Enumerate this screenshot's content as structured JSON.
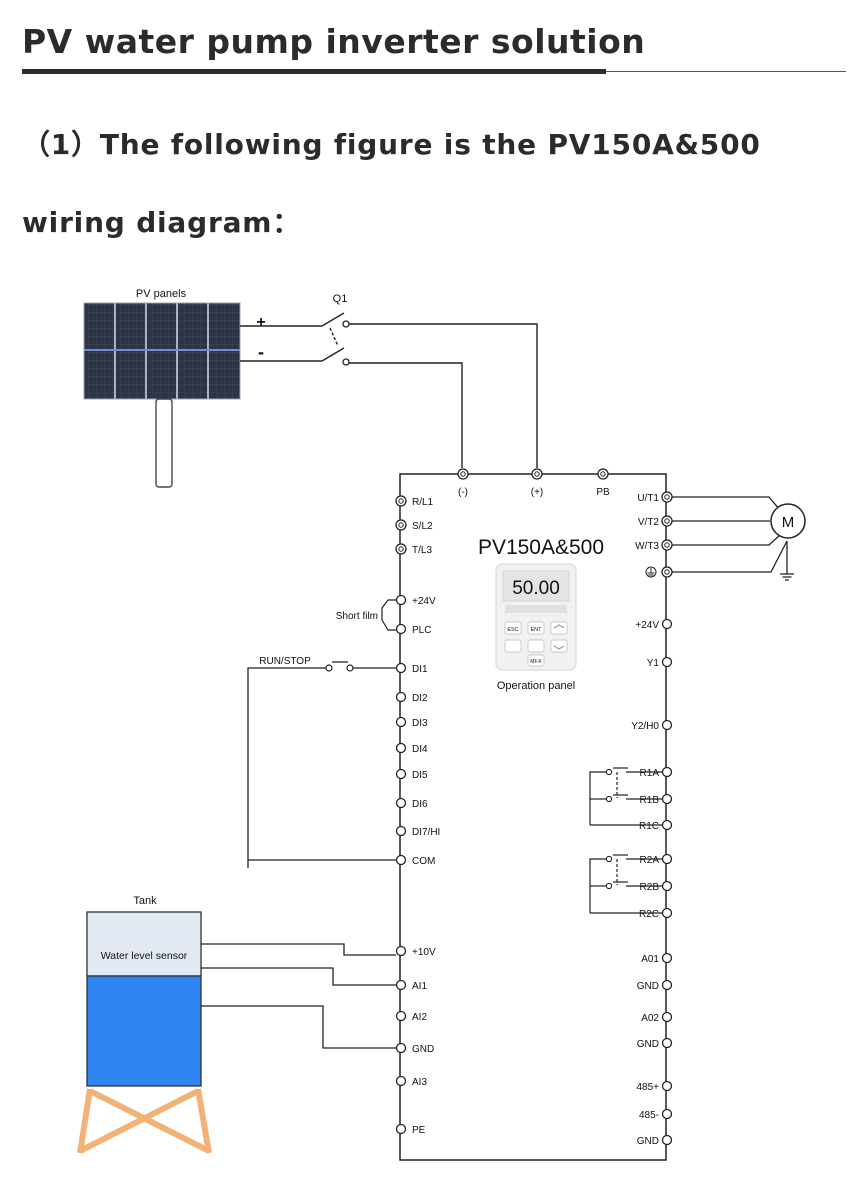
{
  "heading": "PV water pump inverter solution",
  "intro": "（1）The following figure is the PV150A&500 wiring diagram：",
  "diagram": {
    "pv_label": "PV panels",
    "plus": "+",
    "minus": "-",
    "breaker": "Q1",
    "model": "PV150A&500",
    "panel_caption": "Operation panel",
    "panel_display": "50.00",
    "panel_keys": [
      "ESC",
      "ENT",
      "MF.K"
    ],
    "motor": "M",
    "short_film": "Short film",
    "run_stop": "RUN/STOP",
    "tank": "Tank",
    "sensor": "Water level sensor",
    "top_terminals": [
      "(-)",
      "(+)",
      "PB"
    ],
    "input_terminals": [
      "R/L1",
      "S/L2",
      "T/L3"
    ],
    "output_terminals": [
      "U/T1",
      "V/T2",
      "W/T3"
    ],
    "left_terminals": [
      "+24V",
      "PLC",
      "DI1",
      "DI2",
      "DI3",
      "DI4",
      "DI5",
      "DI6",
      "DI7/HI",
      "COM",
      "+10V",
      "AI1",
      "AI2",
      "GND",
      "AI3",
      "PE"
    ],
    "right_terminals": [
      "+24V",
      "Y1",
      "Y2/H0",
      "R1A",
      "R1B",
      "R1C",
      "R2A",
      "R2B",
      "R2C",
      "A01",
      "GND",
      "A02",
      "GND",
      "485+",
      "485-",
      "GND"
    ]
  }
}
